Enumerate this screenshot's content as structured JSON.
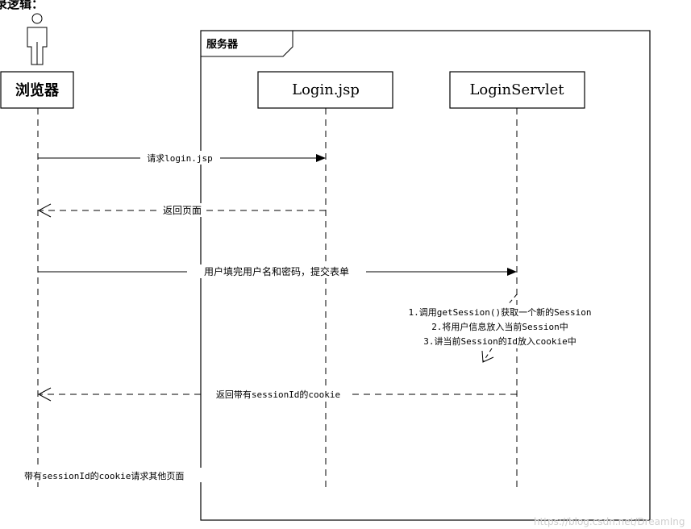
{
  "heading_fragment": "录逻辑：",
  "frame": {
    "title": "服务器"
  },
  "participants": [
    {
      "id": "browser",
      "label": "浏览器"
    },
    {
      "id": "login_jsp",
      "label": "Login.jsp"
    },
    {
      "id": "login_servlet",
      "label": "LoginServlet"
    }
  ],
  "messages": [
    {
      "label": "请求login.jsp",
      "from": "browser",
      "to": "login_jsp",
      "style": "solid"
    },
    {
      "label": "返回页面",
      "from": "login_jsp",
      "to": "browser",
      "style": "dashed"
    },
    {
      "label": "用户填完用户名和密码，提交表单",
      "from": "browser",
      "to": "login_servlet",
      "style": "solid"
    },
    {
      "label": "返回带有sessionId的cookie",
      "from": "login_servlet",
      "to": "browser",
      "style": "dashed"
    }
  ],
  "self_note": {
    "lines": [
      "1.调用getSession()获取一个新的Session",
      "2.将用户信息放入当前Session中",
      "3.讲当前Session的Id放入cookie中"
    ]
  },
  "bottom_note": "带有sessionId的cookie请求其他页面",
  "watermark": "https://blog.csdn.net/DreamIng"
}
